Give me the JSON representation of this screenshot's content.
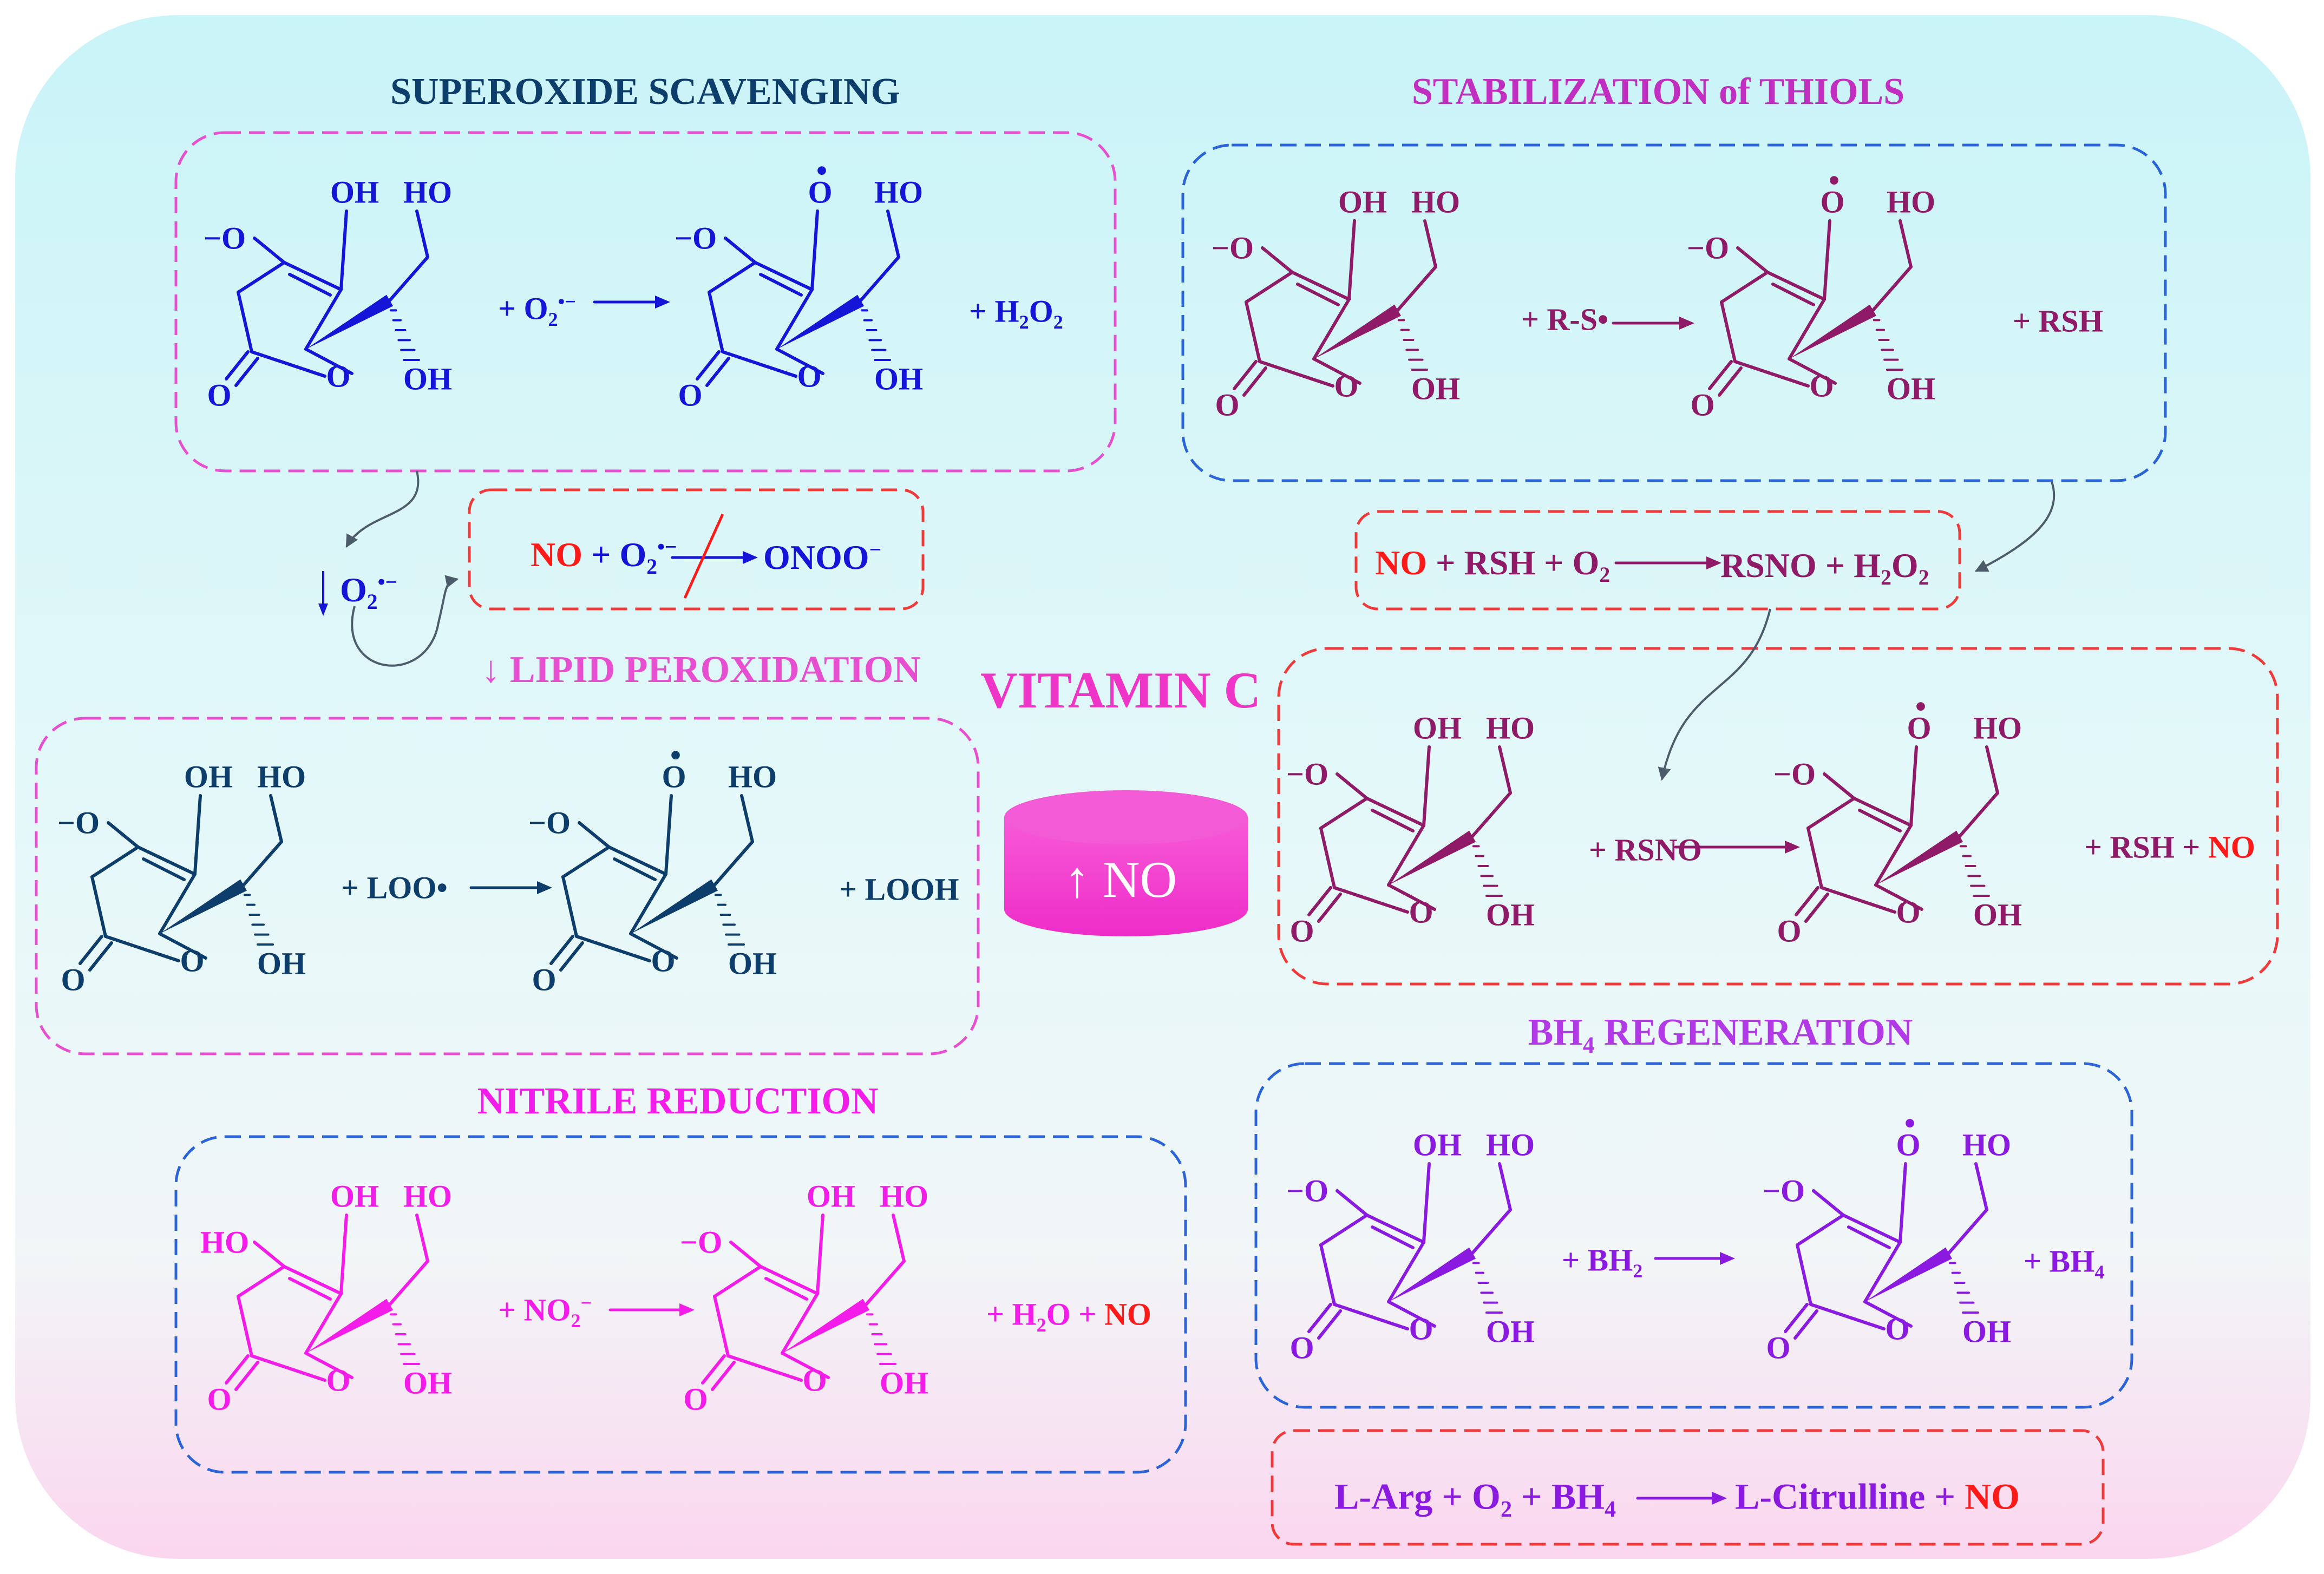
{
  "title": "VITAMIN C",
  "central_badge": "↑ NO",
  "colors": {
    "bg_top": "#c9f4f8",
    "bg_bottom": "#fbd6ef",
    "navy": "#0d3d6b",
    "blue": "#1515d8",
    "maroon": "#8e1a68",
    "purple": "#8a1ae0",
    "magenta": "#f41ce8",
    "red": "#ff1a1a",
    "badge": "#f53ad3",
    "title_pink": "#ee35c8",
    "box_pink_dash": "#e64fcf",
    "box_blue_dash": "#2a64d8",
    "box_red_dash": "#f03a3a"
  },
  "panels": {
    "superoxide": {
      "heading": "SUPEROXIDE SCAVENGING",
      "reagent_prefix": "+ O",
      "reagent_sub": "2",
      "reagent_sup": "•−",
      "product_prefix": "+ H",
      "product_sub": "2",
      "product_mid": "O",
      "product_sub2": "2"
    },
    "thiols": {
      "heading": "STABILIZATION of THIOLS",
      "reagent": "+ R-S•",
      "product": "+ RSH"
    },
    "lipid": {
      "heading": "↓ LIPID PEROXIDATION",
      "reagent": "+ LOO•",
      "product": "+ LOOH"
    },
    "nitrosothiol": {
      "reagent": "+ RSNO",
      "product_prefix": "+ RSH + ",
      "product_red": "NO"
    },
    "nitrile": {
      "heading": "NITRILE REDUCTION",
      "reagent_prefix": "+ NO",
      "reagent_sub": "2",
      "reagent_sup": "−",
      "product_prefix": "+ H",
      "product_sub": "2",
      "product_mid": "O + ",
      "product_red": "NO"
    },
    "bh4": {
      "heading_prefix": "BH",
      "heading_sub": "4",
      "heading_suffix": " REGENERATION",
      "reagent_prefix": "+ BH",
      "reagent_sub": "2",
      "product_prefix": "+ BH",
      "product_sub": "4"
    }
  },
  "equations": {
    "peroxynitrite": {
      "red": "NO",
      "mid": " + O",
      "sub": "2",
      "sup": "•−",
      "product": "ONOO",
      "product_sup": "−"
    },
    "rsno": {
      "red": "NO",
      "mid": " + RSH + O",
      "sub": "2",
      "product": "RSNO + H",
      "product_sub": "2",
      "product_mid": "O",
      "product_sub2": "2"
    },
    "nos": {
      "left": "L-Arg + O",
      "sub": "2",
      "left2": " + BH",
      "sub2": "4",
      "product": "L-Citrulline + ",
      "product_red": "NO"
    }
  },
  "superoxide_decrease": {
    "arrow": "↓",
    "o": "O",
    "sub": "2",
    "sup": "•−"
  },
  "atom_labels": {
    "o_minus": "−O",
    "ho_anion": "HO",
    "oh": "OH",
    "ho": "HO",
    "o_ring": "O",
    "o_carbonyl": "O",
    "radical_o": "O",
    "radical_dot": "•"
  }
}
